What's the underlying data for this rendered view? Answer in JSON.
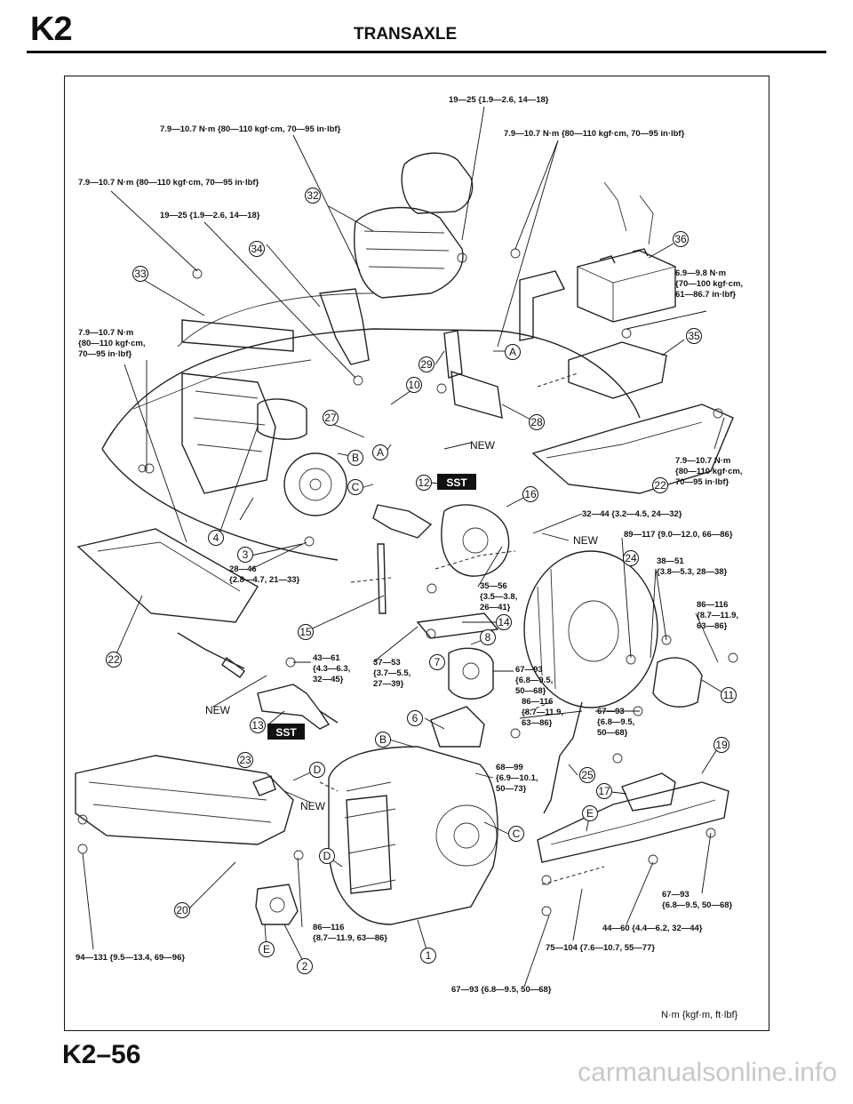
{
  "header": {
    "section_code": "K2",
    "title": "TRANSAXLE"
  },
  "footer": {
    "page_number": "K2–56",
    "watermark": "carmanualsonline.info"
  },
  "diagram": {
    "units_note": "N·m {kgf·m, ft·lbf}",
    "sst_label": "SST",
    "new_label": "NEW",
    "torque_specs": [
      {
        "lines": [
          "19—25 {1.9—2.6, 14—18}"
        ]
      },
      {
        "lines": [
          "7.9—10.7 N·m {80—110 kgf·cm, 70—95 in·lbf}"
        ]
      },
      {
        "lines": [
          "7.9—10.7 N·m {80—110 kgf·cm, 70—95 in·lbf}"
        ]
      },
      {
        "lines": [
          "7.9—10.7 N·m {80—110 kgf·cm, 70—95 in·lbf}"
        ]
      },
      {
        "lines": [
          "19—25 {1.9—2.6, 14—18}"
        ]
      },
      {
        "lines": [
          "6.9—9.8 N·m",
          "{70—100 kgf·cm,",
          "61—86.7 in·lbf}"
        ]
      },
      {
        "lines": [
          "7.9—10.7 N·m",
          "{80—110 kgf·cm,",
          "70—95 in·lbf}"
        ]
      },
      {
        "lines": [
          "7.9—10.7 N·m",
          "{80—110 kgf·cm,",
          "70—95 in·lbf}"
        ]
      },
      {
        "lines": [
          "32—44 {3.2—4.5, 24—32}"
        ]
      },
      {
        "lines": [
          "89—117 {9.0—12.0, 66—86}"
        ]
      },
      {
        "lines": [
          "38—51",
          "{3.8—5.3, 28—38}"
        ]
      },
      {
        "lines": [
          "28—46",
          "{2.8—4.7, 21—33}"
        ]
      },
      {
        "lines": [
          "35—56",
          "{3.5—3.8,",
          "26—41}"
        ]
      },
      {
        "lines": [
          "86—116",
          "{8.7—11.9,",
          "63—86}"
        ]
      },
      {
        "lines": [
          "43—61",
          "{4.3—6.3,",
          "32—45}"
        ]
      },
      {
        "lines": [
          "37—53",
          "{3.7—5.5,",
          "27—39}"
        ]
      },
      {
        "lines": [
          "67—93",
          "{6.8—9.5,",
          "50—68}"
        ]
      },
      {
        "lines": [
          "86—116",
          "{8.7—11.9,",
          "63—86}"
        ]
      },
      {
        "lines": [
          "67—93",
          "{6.8—9.5,",
          "50—68}"
        ]
      },
      {
        "lines": [
          "68—99",
          "{6.9—10.1,",
          "50—73}"
        ]
      },
      {
        "lines": [
          "67—93",
          "{6.8—9.5, 50—68}"
        ]
      },
      {
        "lines": [
          "44—60 {4.4—6.2, 32—44}"
        ]
      },
      {
        "lines": [
          "75—104 {7.6—10.7, 55—77}"
        ]
      },
      {
        "lines": [
          "86—116",
          "{8.7—11.9, 63—86}"
        ]
      },
      {
        "lines": [
          "94—131 {9.5—13.4, 69—96}"
        ]
      },
      {
        "lines": [
          "67—93 {6.8—9.5, 50—68}"
        ]
      }
    ],
    "callouts": [
      {
        "label": "32"
      },
      {
        "label": "34"
      },
      {
        "label": "33"
      },
      {
        "label": "36"
      },
      {
        "label": "35"
      },
      {
        "label": "29"
      },
      {
        "label": "A"
      },
      {
        "label": "10"
      },
      {
        "label": "27"
      },
      {
        "label": "28"
      },
      {
        "label": "B"
      },
      {
        "label": "A"
      },
      {
        "label": "C"
      },
      {
        "label": "12"
      },
      {
        "label": "16"
      },
      {
        "label": "22"
      },
      {
        "label": "4"
      },
      {
        "label": "3"
      },
      {
        "label": "24"
      },
      {
        "label": "15"
      },
      {
        "label": "14"
      },
      {
        "label": "8"
      },
      {
        "label": "22"
      },
      {
        "label": "7"
      },
      {
        "label": "11"
      },
      {
        "label": "13"
      },
      {
        "label": "6"
      },
      {
        "label": "B"
      },
      {
        "label": "19"
      },
      {
        "label": "23"
      },
      {
        "label": "D"
      },
      {
        "label": "25"
      },
      {
        "label": "17"
      },
      {
        "label": "E"
      },
      {
        "label": "C"
      },
      {
        "label": "D"
      },
      {
        "label": "20"
      },
      {
        "label": "E"
      },
      {
        "label": "1"
      },
      {
        "label": "2"
      }
    ],
    "new_marks": [
      {
        "label": "NEW"
      },
      {
        "label": "NEW"
      },
      {
        "label": "NEW"
      },
      {
        "label": "NEW"
      }
    ],
    "sst_marks": [
      {
        "label": "SST"
      },
      {
        "label": "SST"
      }
    ]
  }
}
